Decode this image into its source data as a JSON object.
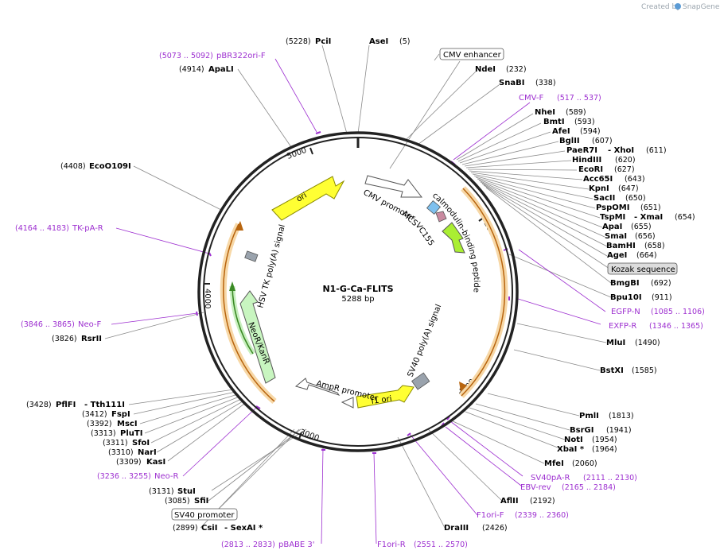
{
  "plasmid": {
    "name": "N1-G-Ca-FLITS",
    "size": "5288 bp"
  },
  "brand": {
    "prefix": "Created by",
    "name": "SnapGene"
  },
  "ring_ticks": [
    "5000",
    "1000",
    "2000",
    "3000",
    "4000"
  ],
  "features": [
    "ori",
    "CMV promoter",
    "MCS",
    "VC155",
    "calmodulin-binding peptide",
    "SV40 poly(A) signal",
    "f1 ori",
    "AmpR promoter",
    "NeoR/KanR",
    "HSV TK poly(A) signal"
  ],
  "boxed": [
    "CMV enhancer",
    "Kozak sequence",
    "SV40 promoter"
  ],
  "sites": {
    "PciI": {
      "name": "PciI",
      "pos": "(5228)"
    },
    "AseI": {
      "name": "AseI",
      "pos": "(5)"
    },
    "NdeI": {
      "name": "NdeI",
      "pos": "(232)"
    },
    "SnaBI": {
      "name": "SnaBI",
      "pos": "(338)"
    },
    "NheI": {
      "name": "NheI",
      "pos": "(589)"
    },
    "BmtI": {
      "name": "BmtI",
      "pos": "(593)"
    },
    "AfeI": {
      "name": "AfeI",
      "pos": "(594)"
    },
    "BglII": {
      "name": "BglII",
      "pos": "(607)"
    },
    "PaeR7I": {
      "name": "PaeR7I",
      "pos": "(611)",
      "sep": "- XhoI"
    },
    "HindIII": {
      "name": "HindIII",
      "pos": "(620)"
    },
    "EcoRI": {
      "name": "EcoRI",
      "pos": "(627)"
    },
    "Acc65I": {
      "name": "Acc65I",
      "pos": "(643)"
    },
    "KpnI": {
      "name": "KpnI",
      "pos": "(647)"
    },
    "SacII": {
      "name": "SacII",
      "pos": "(650)"
    },
    "PspOMI": {
      "name": "PspOMI",
      "pos": "(651)"
    },
    "TspMI": {
      "name": "TspMI",
      "pos": "(654)",
      "sep": "- XmaI"
    },
    "ApaI": {
      "name": "ApaI",
      "pos": "(655)"
    },
    "SmaI": {
      "name": "SmaI",
      "pos": "(656)"
    },
    "BamHI": {
      "name": "BamHI",
      "pos": "(658)"
    },
    "AgeI": {
      "name": "AgeI",
      "pos": "(664)"
    },
    "BmgBI": {
      "name": "BmgBI",
      "pos": "(692)"
    },
    "Bpu10I": {
      "name": "Bpu10I",
      "pos": "(911)"
    },
    "MluI": {
      "name": "MluI",
      "pos": "(1490)"
    },
    "BstXI": {
      "name": "BstXI",
      "pos": "(1585)"
    },
    "PmlI": {
      "name": "PmlI",
      "pos": "(1813)"
    },
    "BsrGI": {
      "name": "BsrGI",
      "pos": "(1941)"
    },
    "NotI": {
      "name": "NotI",
      "pos": "(1954)"
    },
    "XbaI": {
      "name": "XbaI *",
      "pos": "(1964)"
    },
    "MfeI": {
      "name": "MfeI",
      "pos": "(2060)"
    },
    "AflII": {
      "name": "AflII",
      "pos": "(2192)"
    },
    "DraIII": {
      "name": "DraIII",
      "pos": "(2426)"
    },
    "CsiI": {
      "name": "CsiI",
      "pos": "(2899)",
      "sep": "- SexAI *"
    },
    "SfiI": {
      "name": "SfiI",
      "pos": "(3085)"
    },
    "StuI": {
      "name": "StuI",
      "pos": "(3131)"
    },
    "KasI": {
      "name": "KasI",
      "pos": "(3309)"
    },
    "NarI": {
      "name": "NarI",
      "pos": "(3310)"
    },
    "SfoI": {
      "name": "SfoI",
      "pos": "(3311)"
    },
    "PluTI": {
      "name": "PluTI",
      "pos": "(3313)"
    },
    "MscI": {
      "name": "MscI",
      "pos": "(3392)"
    },
    "FspI": {
      "name": "FspI",
      "pos": "(3412)"
    },
    "PflFI": {
      "name": "PflFI",
      "pos": "(3428)",
      "sep": "- Tth111I"
    },
    "RsrII": {
      "name": "RsrII",
      "pos": "(3826)"
    },
    "EcoO109I": {
      "name": "EcoO109I",
      "pos": "(4408)"
    },
    "ApaLI": {
      "name": "ApaLI",
      "pos": "(4914)"
    }
  },
  "primers": {
    "pBR322ori": {
      "name": "pBR322ori-F",
      "range": "(5073 .. 5092)"
    },
    "CMVF": {
      "name": "CMV-F",
      "range": "(517 .. 537)"
    },
    "EGFPN": {
      "name": "EGFP-N",
      "range": "(1085 .. 1106)"
    },
    "EXFPR": {
      "name": "EXFP-R",
      "range": "(1346 .. 1365)"
    },
    "SV40pAR": {
      "name": "SV40pA-R",
      "range": "(2111 .. 2130)"
    },
    "EBVrev": {
      "name": "EBV-rev",
      "range": "(2165 .. 2184)"
    },
    "F1oriF": {
      "name": "F1ori-F",
      "range": "(2339 .. 2360)"
    },
    "F1oriR": {
      "name": "F1ori-R",
      "range": "(2551 .. 2570)"
    },
    "pBABE3": {
      "name": "pBABE 3'",
      "range": "(2813 .. 2833)"
    },
    "NeoR": {
      "name": "Neo-R",
      "range": "(3236 .. 3255)"
    },
    "NeoF": {
      "name": "Neo-F",
      "range": "(3846 .. 3865)"
    },
    "TKpAR": {
      "name": "TK-pA-R",
      "range": "(4164 .. 4183)"
    }
  }
}
